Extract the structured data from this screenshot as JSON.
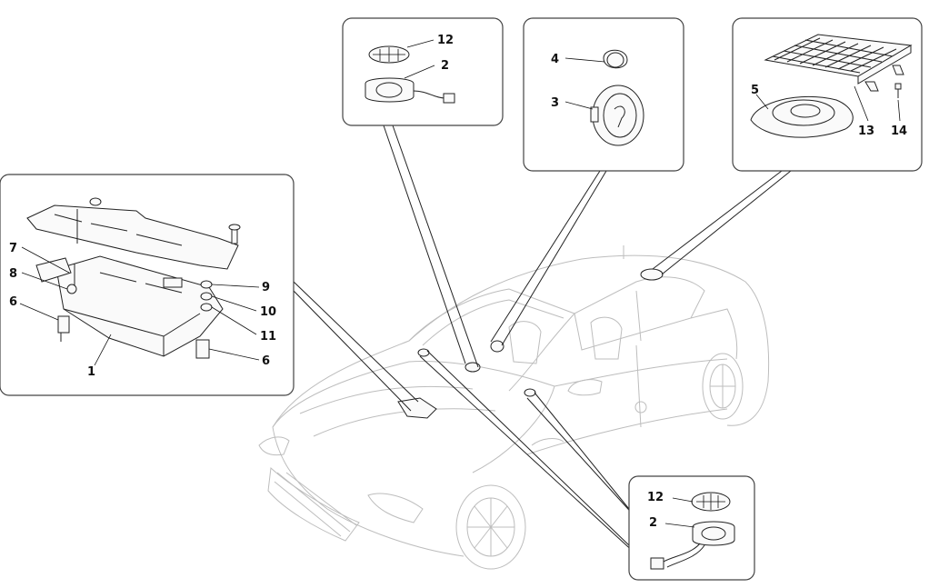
{
  "callouts": {
    "top_left": {
      "labels": [
        "12",
        "2"
      ]
    },
    "top_middle": {
      "labels": [
        "4",
        "3"
      ]
    },
    "top_right": {
      "labels": [
        "5",
        "13",
        "14"
      ]
    },
    "left": {
      "labels": [
        "7",
        "8",
        "6",
        "1",
        "9",
        "10",
        "11",
        "6"
      ]
    },
    "bottom_right": {
      "labels": [
        "12",
        "2"
      ]
    }
  },
  "colors": {
    "outline": "#222222",
    "car_outline": "#bdbdbd",
    "box_border": "#444444"
  }
}
